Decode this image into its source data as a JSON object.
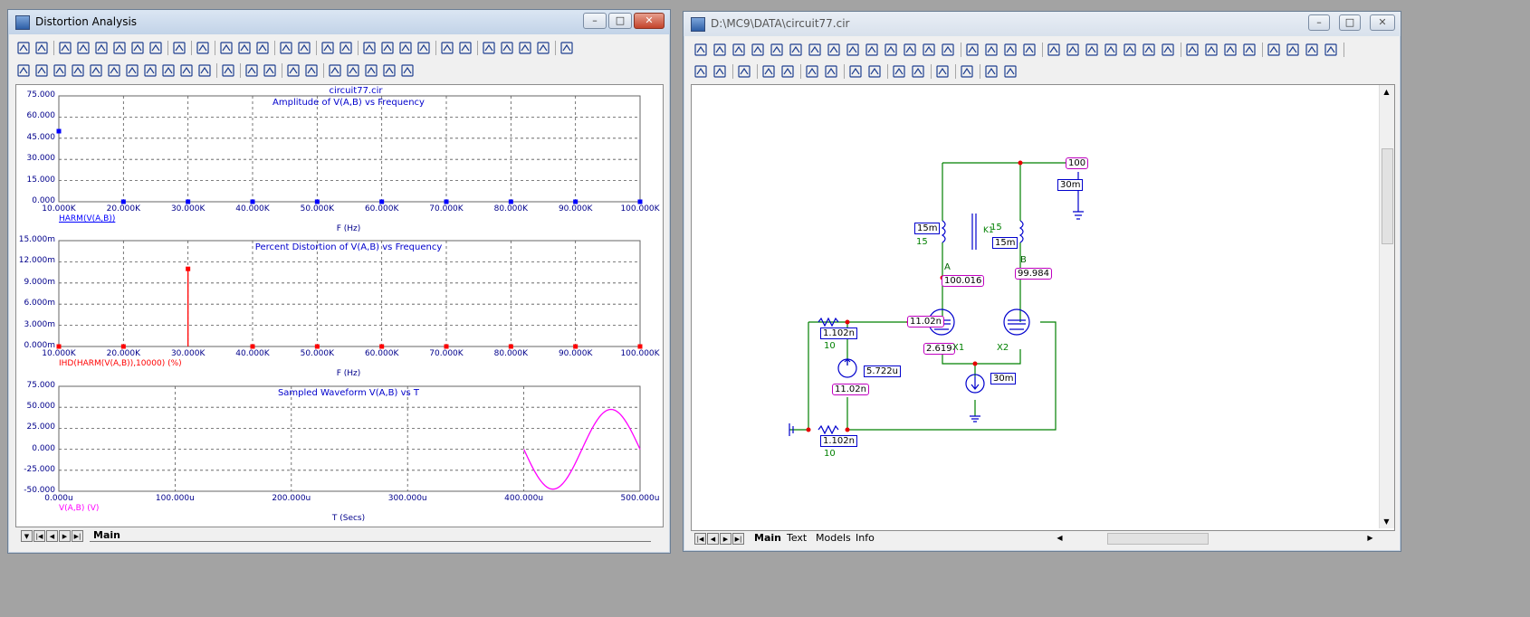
{
  "left_window": {
    "title": "Distortion Analysis",
    "plot_header": "circuit77.cir",
    "tabs": [
      "Main"
    ]
  },
  "right_window": {
    "title": "D:\\MC9\\DATA\\circuit77.cir",
    "tabs": [
      "Main",
      "Text",
      "Models",
      "Info"
    ]
  },
  "caption_buttons": {
    "minimize": "–",
    "maximize": "□",
    "close": "✕"
  },
  "tab_nav": [
    "▼",
    "|◀",
    "◀",
    "▶",
    "▶|"
  ],
  "colors": {
    "amplitude": "#0000ff",
    "distortion": "#ff0000",
    "waveform": "#ff00ff",
    "wire": "#008000",
    "component": "#0000cd",
    "node": "#e60000"
  },
  "chart_data": [
    {
      "type": "scatter",
      "title": "Amplitude of V(A,B) vs Frequency",
      "xlabel": "F (Hz)",
      "ylabel": "",
      "series": [
        {
          "name": "HARM(V(A,B))",
          "x": [
            10000,
            20000,
            30000,
            40000,
            50000,
            60000,
            70000,
            80000,
            90000,
            100000
          ],
          "values": [
            50,
            0,
            0,
            0,
            0,
            0,
            0,
            0,
            0,
            0
          ]
        }
      ],
      "xlim": [
        10000,
        100000
      ],
      "ylim": [
        0,
        75
      ],
      "xticks": [
        "10.000K",
        "20.000K",
        "30.000K",
        "40.000K",
        "50.000K",
        "60.000K",
        "70.000K",
        "80.000K",
        "90.000K",
        "100.000K"
      ],
      "yticks": [
        "75.000",
        "60.000",
        "45.000",
        "30.000",
        "15.000",
        "0.000"
      ],
      "grid": true
    },
    {
      "type": "bar",
      "title": "Percent Distortion of V(A,B) vs Frequency",
      "xlabel": "F (Hz)",
      "ylabel": "",
      "series": [
        {
          "name": "IHD(HARM(V(A,B)),10000) (%)",
          "x": [
            10000,
            20000,
            30000,
            40000,
            50000,
            60000,
            70000,
            80000,
            90000,
            100000
          ],
          "values": [
            0,
            0,
            0.011,
            0,
            0,
            0,
            0,
            0,
            0,
            0
          ]
        }
      ],
      "xlim": [
        10000,
        100000
      ],
      "ylim": [
        0,
        0.015
      ],
      "xticks": [
        "10.000K",
        "20.000K",
        "30.000K",
        "40.000K",
        "50.000K",
        "60.000K",
        "70.000K",
        "80.000K",
        "90.000K",
        "100.000K"
      ],
      "yticks": [
        "15.000m",
        "12.000m",
        "9.000m",
        "6.000m",
        "3.000m",
        "0.000m"
      ],
      "grid": true
    },
    {
      "type": "line",
      "title": "Sampled Waveform  V(A,B) vs T",
      "xlabel": "T (Secs)",
      "ylabel": "",
      "series": [
        {
          "name": "V(A,B) (V)",
          "x": [
            400,
            410,
            420,
            430,
            440,
            450,
            460,
            470,
            480,
            490,
            500
          ],
          "values": [
            0,
            -29.4,
            -47.6,
            -47.6,
            -29.4,
            0,
            29.4,
            47.6,
            47.6,
            29.4,
            0
          ]
        }
      ],
      "xlim": [
        0,
        500
      ],
      "ylim": [
        -50,
        75
      ],
      "xticks": [
        "0.000u",
        "100.000u",
        "200.000u",
        "300.000u",
        "400.000u",
        "500.000u"
      ],
      "yticks": [
        "75.000",
        "50.000",
        "25.000",
        "0.000",
        "-25.000",
        "-50.000"
      ],
      "grid": true
    }
  ],
  "schematic": {
    "labels": {
      "top_node": "100",
      "supply_current": "30m",
      "l1_current": "15m",
      "l1_name": "15",
      "l2_current": "15m",
      "l2_name": "15",
      "k_label": "K1",
      "node_a": "A",
      "node_b": "B",
      "volt_a": "100.016",
      "volt_b": "99.984",
      "grid_v": "11.02n",
      "r1_current": "1.102n",
      "r1_name": "10",
      "cathode_v": "2.619",
      "x1": "X1",
      "x2": "X2",
      "src_current": "5.722u",
      "src_v": "11.02n",
      "isrc": "30m",
      "r2_current": "1.102n",
      "r2_name": "10"
    }
  }
}
